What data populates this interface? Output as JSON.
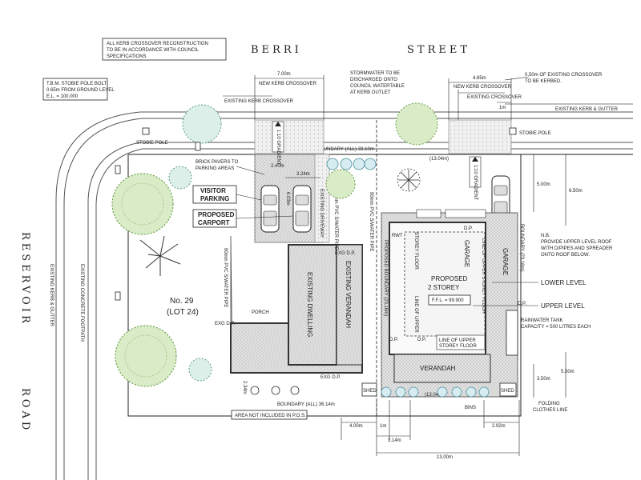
{
  "streets": {
    "berri": "BERRI",
    "street": "STREET",
    "reservoir": "RESERVOIR",
    "road": "ROAD"
  },
  "notes": {
    "kerb_reconstruction": [
      "ALL KERB CROSSOVER RECONSTRUCTION",
      "TO BE IN ACCORDANCE WITH COUNCIL",
      "SPECIFICATIONS"
    ],
    "stobie_bolt": [
      "T.B.M. STOBIE POLE BOLT",
      "0.65m FROM GROUND LEVEL",
      "E.L. = 100.000"
    ],
    "stormwater": [
      "STORMWATER TO BE",
      "DISCHARGED ONTO",
      "COUNCIL WATERTABLE",
      "AT KERB OUTLET"
    ],
    "existing_crossover": [
      "0.50m OF EXISTING CROSSOVER",
      "TO BE KERBED."
    ],
    "nb": [
      "N.B.",
      "PROVIDE UPPER LEVEL ROOF",
      "WITH D/PIPES AND SPREADER",
      "ONTO ROOF BELOW."
    ],
    "rainwater": [
      "RAINWATER TANK",
      "CAPACITY = 500 LITRES EACH"
    ],
    "clothes": [
      "FOLDING",
      "CLOTHES LINE"
    ]
  },
  "labels": {
    "existing_kerb_gutter": "EXISTING KERB & GUTTER",
    "new_kerb_crossover": "NEW KERB CROSSOVER",
    "existing_kerb_crossover": "EXISTING KERB CROSSOVER",
    "existing_crossover_small": "EXISTING CROSSOVER",
    "stobie_pole": "STOBIE POLE",
    "boundary_top": "BOUNDARY (ALL) 33.10m",
    "boundary_bottom": "BOUNDARY (ALL) 36.14m",
    "brick_pavers": [
      "BRICK PAVERS TO",
      "PARKING AREAS"
    ],
    "visitor_parking": [
      "VISITOR",
      "PARKING"
    ],
    "proposed_carport": [
      "PROPOSED",
      "CARPORT"
    ],
    "lot_no": "No. 29",
    "lot": "(LOT 24)",
    "porch": "PORCH",
    "existing_dwelling": "EXISTING DWELLING",
    "existing_verandah": "EXISTING VERANDAH",
    "proposed": "PROPOSED",
    "two_storey": "2 STOREY",
    "ffl": "F.F.L. = 99.900",
    "garage": "GARAGE",
    "line_upper_storey": "LINE OF UPPER STOREY FLOOR",
    "line_of_upper": "LINE OF UPPER",
    "storey_floor": "STOREY FLOOR",
    "verandah": "VERANDAH",
    "lower_level": "LOWER LEVEL",
    "upper_level": "UPPER LEVEL",
    "shed": "SHED",
    "bins": "BINS",
    "area_not_included": "AREA NOT INCLUDED IN P.O.S.",
    "existing_kerb_gutter_vertical": "EXISTING KERB & GUTTER",
    "existing_concrete_footpath": "EXISTING CONCRETE FOOTPATH",
    "proposed_boundary": "PROPOSED BOUNDARY (23.16m)",
    "boundary_right": "BOUNDARY (23.16m)",
    "pvc_pipe_1": "90mm PVC S/WATER PIPE",
    "pvc_pipe_2": "90mm PVC S/WATER PIPE",
    "pvc_pipe_3": "90mm PVC S/WATER PIPE",
    "existing_driveway": "EXISTING DRIVEWAY",
    "exg_dp": "EXG D.P.",
    "exg_dp2": "EXG D.P.",
    "exg_dp3": "EXG D.P.",
    "dp": "D.P.",
    "rwt": "RWT",
    "gradient": "1:10 GRADIENT",
    "gradient2": "1:10 GRADIENT"
  },
  "dimensions": {
    "d700": "7.00m",
    "d485": "4.85m",
    "d1m_top": "1m",
    "d240": "2.40m",
    "d324_top": "3.24m",
    "d603": "6.03m",
    "d500": "5.00m",
    "d650": "6.50m",
    "d350": "3.50m",
    "d550": "5.50m",
    "d1304_top": "(13.04m)",
    "d1304_bot": "(13.04m)",
    "d234": "2.34m",
    "d400": "4.00m",
    "d1m_bot": "1m",
    "d314": "3.14m",
    "d292": "2.92m",
    "d1300": "13.00m"
  }
}
